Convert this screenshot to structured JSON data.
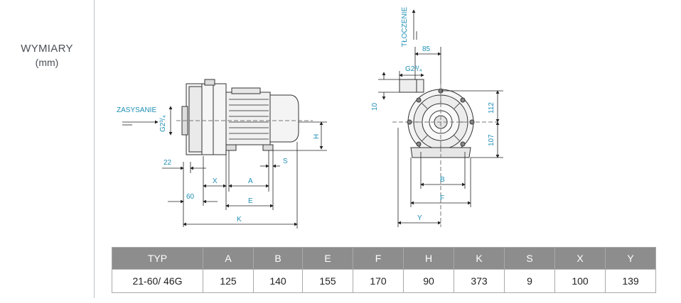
{
  "section": {
    "title": "WYMIARY",
    "unit": "(mm)"
  },
  "side_view": {
    "inlet_label": "ZASYSANIE",
    "thread_label": "G2³/₄",
    "dims": {
      "d22": "22",
      "d60": "60",
      "X": "X",
      "A": "A",
      "E": "E",
      "K": "K",
      "S": "S",
      "H": "H"
    }
  },
  "front_view": {
    "outlet_label": "TŁOCZENIE",
    "thread_label": "G2³/₄",
    "dims": {
      "d85": "85",
      "d10": "10",
      "d112": "112",
      "d107": "107",
      "B": "B",
      "F": "F",
      "Y": "Y"
    }
  },
  "table": {
    "headers": [
      "TYP",
      "A",
      "B",
      "E",
      "F",
      "H",
      "K",
      "S",
      "X",
      "Y"
    ],
    "rows": [
      [
        "21-60/ 46G",
        "125",
        "140",
        "155",
        "170",
        "90",
        "373",
        "9",
        "100",
        "139"
      ]
    ]
  }
}
